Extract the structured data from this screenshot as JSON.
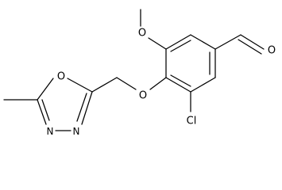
{
  "atoms": {
    "methoxy_oxygen": "O",
    "ether_oxygen": "O",
    "ring_oxygen": "O",
    "aldehyde_oxygen": "O",
    "chlorine": "Cl",
    "nitrogen_1": "N",
    "nitrogen_2": "N"
  }
}
